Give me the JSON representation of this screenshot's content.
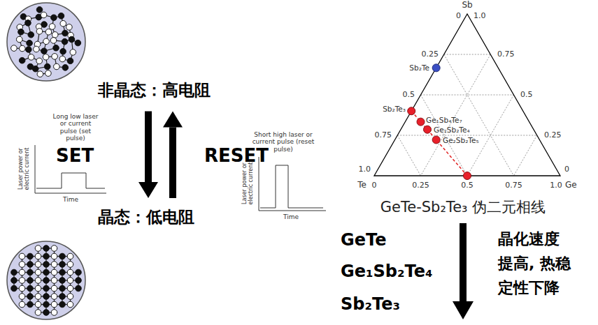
{
  "diagram": {
    "nodes": [
      {
        "text": [
          "非晶态：高电阻"
        ]
      },
      {
        "text": [
          "晶态：低电阻"
        ]
      }
    ],
    "edges": [
      {
        "from": 0,
        "to": 1,
        "arrow": "to",
        "label": "SET"
      },
      {
        "from": 1,
        "to": 0,
        "arrow": "to",
        "label": "RESET"
      }
    ],
    "labels": [
      "Long low laser or current pulse (set pulse)",
      "Laser power or electric current",
      "Time",
      "Short high laser or current pulse (reset pulse)",
      "Laser power or electric current",
      "Time",
      "Sb",
      "0",
      "1.0",
      "0.25",
      "0.75",
      "0.5",
      "0.5",
      "0.75",
      "0.25",
      "1.0",
      "0",
      "Te",
      "0",
      "0.25",
      "0.5",
      "0.75",
      "1.0",
      "Ge",
      "Sb₂Te",
      "Sb₂Te₃",
      "Ge₁Sb₄Te₇",
      "Ge₁Sb₂Te₄",
      "Ge₂Sb₂Te₅",
      "GeTe-Sb₂Te₃ 伪二元相线",
      "GeTe",
      "Ge₁Sb₂Te₄",
      "Sb₂Te₃",
      "晶化速度 提高, 热稳 定性下降"
    ]
  }
}
